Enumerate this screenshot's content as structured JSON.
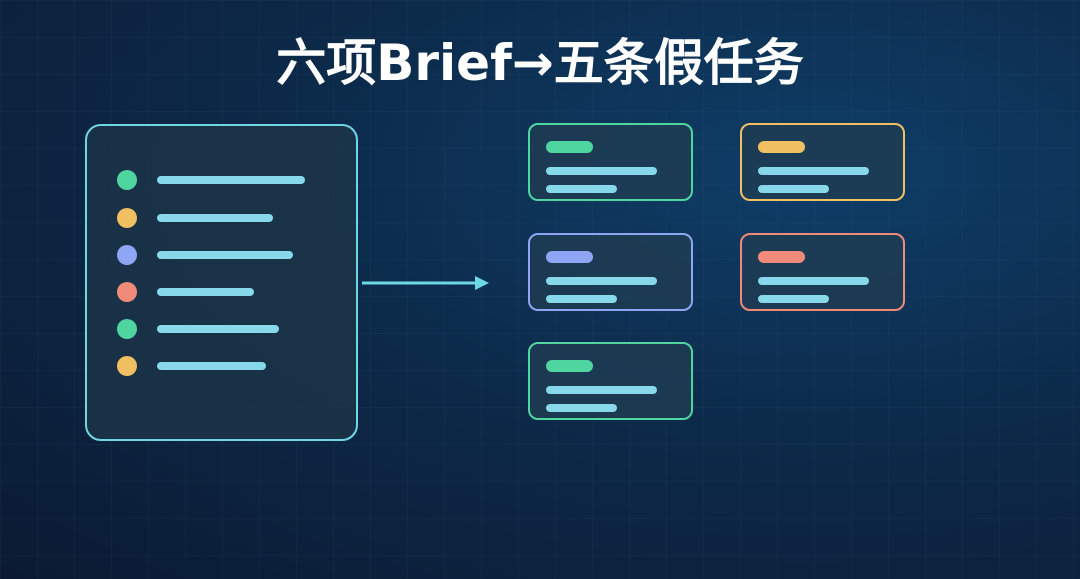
{
  "title": "六项Brief→五条假任务",
  "colors": {
    "green": "#4fd6a0",
    "yellow": "#f0c062",
    "blue": "#8fa6f4",
    "red": "#f08a7a",
    "line": "#86d8ea",
    "panel_border": "#6fd6e6",
    "arrow": "#6fd6e6"
  },
  "brief": {
    "items": [
      {
        "dot": "green"
      },
      {
        "dot": "yellow"
      },
      {
        "dot": "blue"
      },
      {
        "dot": "red"
      },
      {
        "dot": "green"
      },
      {
        "dot": "yellow"
      }
    ]
  },
  "tasks": [
    {
      "accent": "green"
    },
    {
      "accent": "yellow"
    },
    {
      "accent": "blue"
    },
    {
      "accent": "red"
    },
    {
      "accent": "green"
    }
  ]
}
